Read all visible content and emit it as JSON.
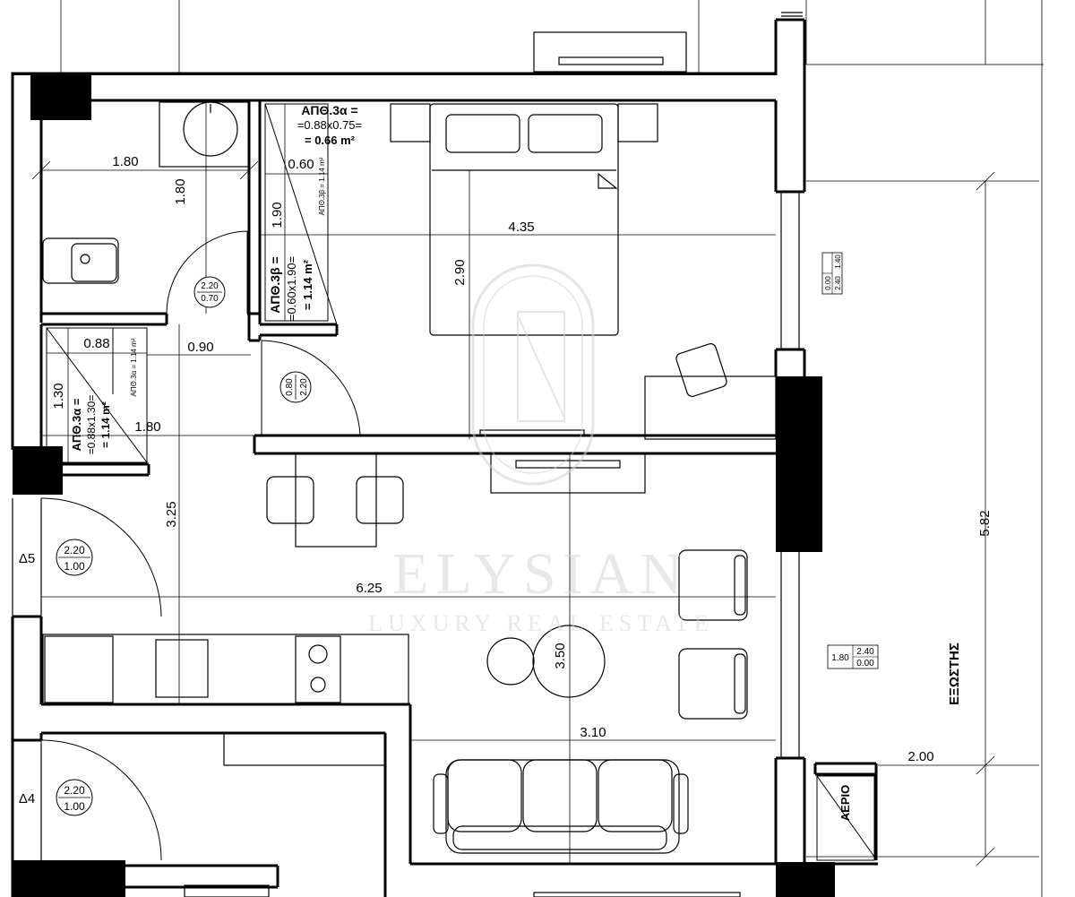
{
  "dimensions": {
    "bath_w": "1.80",
    "bath_h": "1.80",
    "closet_w": "0.60",
    "closet_h": "1.90",
    "bedroom_w": "4.35",
    "bed_h": "2.90",
    "wc_w": "0.88",
    "hall_w": "0.90",
    "wc_h": "1.30",
    "hall_len": "1.80",
    "living_h": "3.25",
    "living_w": "6.25",
    "dining_h": "3.50",
    "sofa_w": "3.10",
    "balcony_len": "5.82",
    "balcony_w": "2.00"
  },
  "labels": {
    "storage_a_title": "ΑΠΘ.3α =",
    "storage_a_formula": "=0.88x0.75=",
    "storage_a_area": "= 0.66 m²",
    "storage_b_title": "ΑΠΘ.3β =",
    "storage_b_formula": "=0.60x1.90=",
    "storage_b_area": "= 1.14 m²",
    "storage_b_small": "ΑΠΘ.3β = 1.14 m²",
    "storage_c_title": "ΑΠΘ.3α =",
    "storage_c_formula": "=0.88x1.30=",
    "storage_c_area": "= 1.14 m²",
    "storage_c_small": "ΑΠΘ.3α = 1.14 m²",
    "balcony": "ΕΞΩΣΤΗΣ",
    "gas": "ΑΕΡΙΟ",
    "door_d5": "Δ5",
    "door_d4": "Δ4"
  },
  "doors": {
    "bath_top": "2.20",
    "bath_bottom": "0.70",
    "bedroom_top": "0.80",
    "bedroom_bottom": "2.20",
    "d5_top": "2.20",
    "d5_bottom": "1.00",
    "d4_top": "2.20",
    "d4_bottom": "1.00"
  },
  "windows": {
    "bed_a": "0.00",
    "bed_b": "1.40",
    "bed_c": "2.40",
    "liv_a": "1.80",
    "liv_b": "2.40",
    "liv_c": "0.00"
  },
  "watermark": {
    "brand": "ELYSIAN",
    "tagline": "LUXURY REAL ESTATE"
  }
}
